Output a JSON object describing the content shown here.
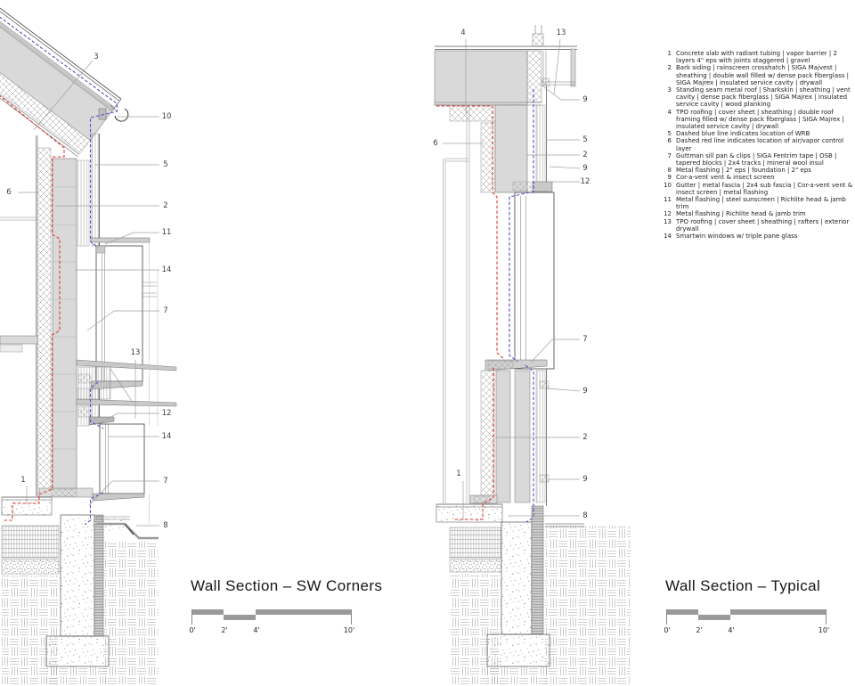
{
  "sheet": {
    "background": "#ffffff"
  },
  "colors": {
    "air_vapor_red": "#dd3b2f",
    "wrb_blue": "#514fc0",
    "mass_gray": "#d9d9d9",
    "line_gray": "#666666",
    "scalebar_gray": "#9a9a9a"
  },
  "legend": {
    "items": [
      {
        "num": "1",
        "text": "Concrete slab with radiant tubing | vapor barrier | 2 layers 4\" eps with joints staggered | gravel"
      },
      {
        "num": "2",
        "text": "Bark siding | rainscreen crosshatch | SIGA Majvest | sheathing | double wall filled w/ dense pack fiberglass | SIGA Majrex | insulated service cavity | drywall"
      },
      {
        "num": "3",
        "text": "Standing seam metal roof | Sharkskin | sheathing | vent cavity | dense pack fiberglass | SIGA Majrex | insulated service cavity | wood planking"
      },
      {
        "num": "4",
        "text": "TPO roofing | cover sheet | sheathing | double roof framing filled w/ dense pack fiberglass | SIGA Majrex | insulated service cavity | drywall"
      },
      {
        "num": "5",
        "text": "Dashed blue line indicates location of WRB"
      },
      {
        "num": "6",
        "text": "Dashed red line indicates location of air/vapor control layer"
      },
      {
        "num": "7",
        "text": "Guttman sill pan & clips | SIGA Fentrim tape | OSB | tapered blocks | 2x4 tracks | mineral wool insul"
      },
      {
        "num": "8",
        "text": "Metal flashing | 2\" eps | foundation | 2\" eps"
      },
      {
        "num": "9",
        "text": "Cor-a-vent vent & insect screen"
      },
      {
        "num": "10",
        "text": "Gutter | metal fascia | 2x4 sub fascia | Cor-a-vent vent & insect screen | metal flashing"
      },
      {
        "num": "11",
        "text": "Metal flashing | steel sunscreen | Richlite head & jamb trim"
      },
      {
        "num": "12",
        "text": "Metal flashing | Richlite head & jamb trim"
      },
      {
        "num": "13",
        "text": "TPO roofing | cover sheet | sheathing | rafters | exterior drywall"
      },
      {
        "num": "14",
        "text": "Smartwin windows w/ triple pane glass"
      }
    ]
  },
  "drawings": {
    "left": {
      "title": "Wall Section – SW Corners",
      "scale": {
        "labels": [
          "0'",
          "2'",
          "4'",
          "10'"
        ]
      },
      "callouts": [
        {
          "label": "3"
        },
        {
          "label": "10"
        },
        {
          "label": "5"
        },
        {
          "label": "6"
        },
        {
          "label": "2"
        },
        {
          "label": "11"
        },
        {
          "label": "14"
        },
        {
          "label": "7"
        },
        {
          "label": "13"
        },
        {
          "label": "12"
        },
        {
          "label": "14"
        },
        {
          "label": "1"
        },
        {
          "label": "7"
        },
        {
          "label": "8"
        }
      ]
    },
    "right": {
      "title": "Wall Section – Typical",
      "scale": {
        "labels": [
          "0'",
          "2'",
          "4'",
          "10'"
        ]
      },
      "callouts": [
        {
          "label": "4"
        },
        {
          "label": "13"
        },
        {
          "label": "9"
        },
        {
          "label": "5"
        },
        {
          "label": "6"
        },
        {
          "label": "2"
        },
        {
          "label": "9"
        },
        {
          "label": "12"
        },
        {
          "label": "7"
        },
        {
          "label": "9"
        },
        {
          "label": "2"
        },
        {
          "label": "9"
        },
        {
          "label": "1"
        },
        {
          "label": "8"
        }
      ]
    }
  }
}
